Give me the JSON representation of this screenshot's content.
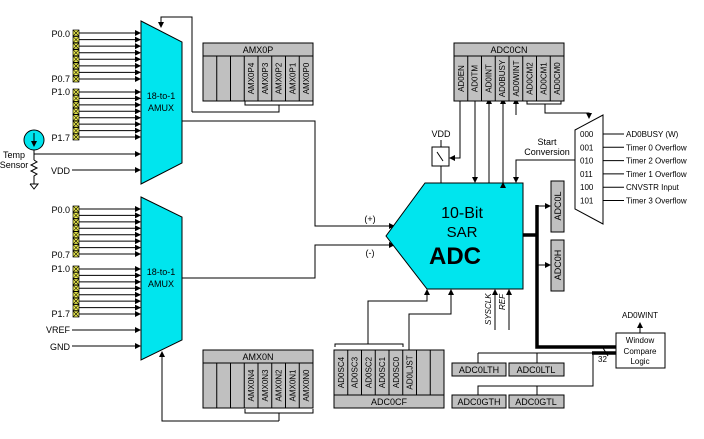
{
  "colors": {
    "block_fill": "#00e5ee",
    "register_fill": "#c0c0c0",
    "pin_fill": "#f0f050"
  },
  "pos_mux": {
    "label1": "18-to-1",
    "label2": "AMUX",
    "pins": [
      "P0.0",
      "P0.7",
      "P1.0",
      "P1.7"
    ],
    "temp_label1": "Temp",
    "temp_label2": "Sensor",
    "vdd": "VDD"
  },
  "neg_mux": {
    "label1": "18-to-1",
    "label2": "AMUX",
    "pins": [
      "P0.0",
      "P0.7",
      "P1.0",
      "P1.7"
    ],
    "vref": "VREF",
    "gnd": "GND"
  },
  "amx0p": {
    "name": "AMX0P",
    "bits": [
      "",
      "",
      "",
      "AMX0P4",
      "AMX0P3",
      "AMX0P2",
      "AMX0P1",
      "AMX0P0"
    ]
  },
  "amx0n": {
    "name": "AMX0N",
    "bits": [
      "",
      "",
      "",
      "AMX0N4",
      "AMX0N3",
      "AMX0N2",
      "AMX0N1",
      "AMX0N0"
    ]
  },
  "adc0cn": {
    "name": "ADC0CN",
    "bits": [
      "AD0EN",
      "AD0TM",
      "AD0INT",
      "AD0BUSY",
      "AD0WINT",
      "AD0CM2",
      "AD0CM1",
      "AD0CM0"
    ]
  },
  "adc0cf": {
    "name": "ADC0CF",
    "bits": [
      "AD0SC4",
      "AD0SC3",
      "AD0SC2",
      "AD0SC1",
      "AD0SC0",
      "AD0LJST",
      "",
      ""
    ]
  },
  "adc": {
    "line1": "10-Bit",
    "line2": "SAR",
    "line3": "ADC",
    "plus": "(+)",
    "minus": "(-)",
    "sysclk": "SYSCLK",
    "ref": "REF"
  },
  "vdd_switch": {
    "label": "VDD"
  },
  "start": {
    "label1": "Start",
    "label2": "Conversion",
    "options": [
      {
        "code": "000",
        "label": "AD0BUSY (W)"
      },
      {
        "code": "001",
        "label": "Timer 0 Overflow"
      },
      {
        "code": "010",
        "label": "Timer 2 Overflow"
      },
      {
        "code": "011",
        "label": "Timer 1 Overflow"
      },
      {
        "code": "100",
        "label": "CNVSTR Input"
      },
      {
        "code": "101",
        "label": "Timer 3 Overflow"
      }
    ]
  },
  "outputs": {
    "adc0l": "ADC0L",
    "adc0h": "ADC0H",
    "lth": "ADC0LTH",
    "ltl": "ADC0LTL",
    "gth": "ADC0GTH",
    "gtl": "ADC0GTL",
    "bus_width": "32"
  },
  "window": {
    "line1": "Window",
    "line2": "Compare",
    "line3": "Logic",
    "output": "AD0WINT"
  }
}
